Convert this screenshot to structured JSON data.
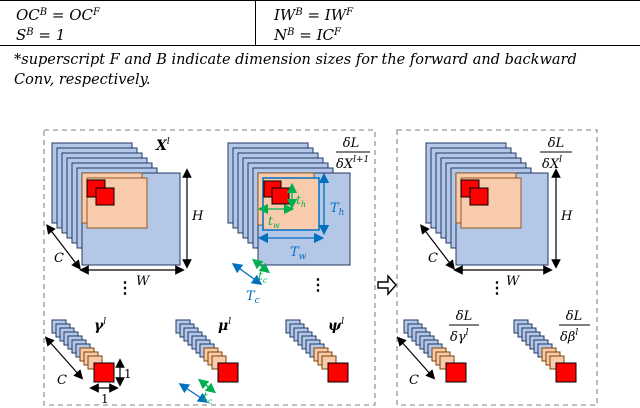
{
  "table": {
    "row1_left": "OC",
    "row1_left_sup1": "B",
    "row1_left_mid": " = OC",
    "row1_left_sup2": "F",
    "row1_right": "IW",
    "row1_right_sup1": "B",
    "row1_right_mid": " = IW",
    "row1_right_sup2": "F",
    "row2_left": "S",
    "row2_left_sup": "B",
    "row2_left_mid": " = 1",
    "row2_right": "N",
    "row2_right_sup1": "B",
    "row2_right_mid": " = IC",
    "row2_right_sup2": "F"
  },
  "footnote": "*superscript F and B indicate dimension sizes for the forward and backward Conv, respectively.",
  "figure": {
    "left_panel": {
      "X_label": "X",
      "X_sup": "l",
      "grad_label_num": "δL",
      "grad_label_den": "δX",
      "grad_label_den_sup": "l+1",
      "H": "H",
      "W": "W",
      "C": "C",
      "Th": "T",
      "Th_sub": "h",
      "Tw": "T",
      "Tw_sub": "w",
      "th": "t",
      "th_sub": "h",
      "tw": "t",
      "tw_sub": "w",
      "tc": "t",
      "tc_sub": "c",
      "Tc": "T",
      "Tc_sub": "c",
      "gamma": "γ",
      "gamma_sup": "l",
      "mu": "μ",
      "mu_sup": "l",
      "psi": "ψ",
      "psi_sup": "l",
      "one_a": "1",
      "one_b": "1",
      "ellipsis": "⋮"
    },
    "right_panel": {
      "grad_x_num": "δL",
      "grad_x_den": "δX",
      "grad_x_den_sup": "l",
      "grad_gamma_num": "δL",
      "grad_gamma_den": "δγ",
      "grad_gamma_sup": "l",
      "grad_beta_num": "δL",
      "grad_beta_den": "δβ",
      "grad_beta_sup": "l",
      "H": "H",
      "W": "W",
      "C": "C"
    },
    "colors": {
      "blue_fill": "#b4c7e7",
      "blue_stroke": "#000000",
      "orange_fill": "#f8cbad",
      "red_fill": "#ff0000",
      "green": "#00b050",
      "arrow_blue": "#0070c0",
      "dash": "#999999"
    }
  }
}
